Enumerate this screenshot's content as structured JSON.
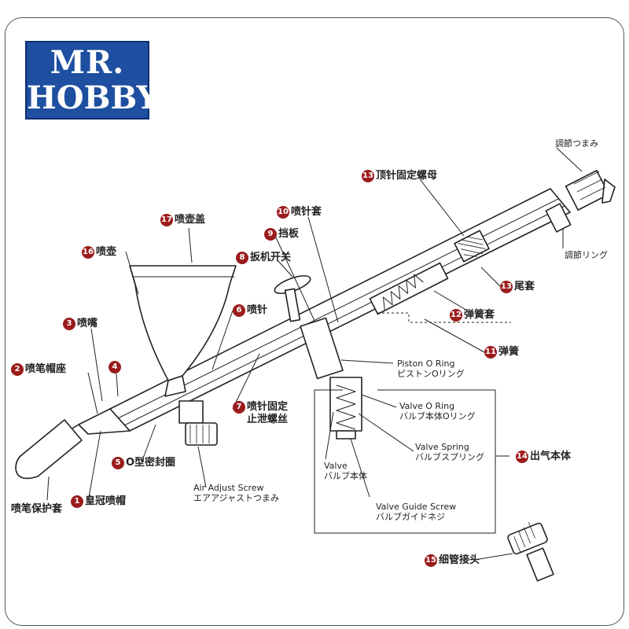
{
  "logo": {
    "line1": "MR.",
    "line2": "HOBBY"
  },
  "callouts": {
    "c1": {
      "num": "1",
      "label": "皇冠喷帽"
    },
    "c2": {
      "num": "2",
      "label": "喷笔帽座"
    },
    "c3": {
      "num": "3",
      "label": "喷嘴"
    },
    "c4": {
      "num": "4",
      "label": ""
    },
    "c5": {
      "num": "5",
      "label": "O型密封圈"
    },
    "c6": {
      "num": "6",
      "label": "喷针"
    },
    "c7": {
      "num": "7",
      "label": "喷针固定",
      "label2": "止泄螺丝"
    },
    "c8": {
      "num": "8",
      "label": "扳机开关"
    },
    "c9": {
      "num": "9",
      "label": "挡板"
    },
    "c10": {
      "num": "10",
      "label": "喷针套"
    },
    "c11": {
      "num": "11",
      "label": "弹簧"
    },
    "c12": {
      "num": "12",
      "label": "弹簧套"
    },
    "c13": {
      "num": "13",
      "label": "尾套"
    },
    "c13b": {
      "num": "13",
      "label": "顶针固定螺母"
    },
    "c14": {
      "num": "14",
      "label": "出气本体"
    },
    "c15": {
      "num": "15",
      "label": "细管接头"
    },
    "c16": {
      "num": "16",
      "label": "喷壶"
    },
    "c17": {
      "num": "17",
      "label": "喷壶盖"
    }
  },
  "plain_labels": {
    "protector": "喷笔保护套",
    "adjust_knob": "調節つまみ",
    "adjust_ring": "調節リング",
    "piston_en": "Piston O Ring",
    "piston_jp": "ピストンOリング",
    "valve_oring_en": "Valve O Ring",
    "valve_oring_jp": "バルブ本体Oリング",
    "valve_spring_en": "Valve Spring",
    "valve_spring_jp": "バルブスプリング",
    "valve_en": "Valve",
    "valve_jp": "バルブ本体",
    "valve_guide_en": "Valve Guide Screw",
    "valve_guide_jp": "バルブガイドネジ",
    "air_adjust_en": "Air Adjust Screw",
    "air_adjust_jp": "エアアジャストつまみ"
  },
  "colors": {
    "callout": "#9b1c1c",
    "logo_bg": "#1e4fa0",
    "ink": "#222222"
  }
}
